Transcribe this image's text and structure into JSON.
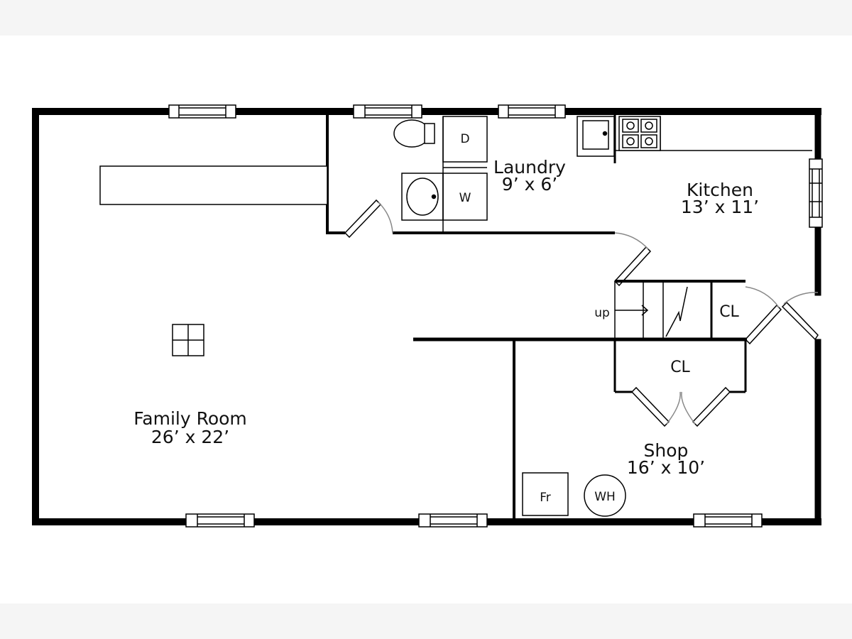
{
  "rooms": {
    "family": {
      "name": "Family Room",
      "size": "26’ x 22’"
    },
    "laundry": {
      "name": "Laundry",
      "size": "9’ x 6’"
    },
    "kitchen": {
      "name": "Kitchen",
      "size": "13’ x 11’"
    },
    "shop": {
      "name": "Shop",
      "size": "16’ x 10’"
    }
  },
  "fixtures": {
    "dryer": "D",
    "washer": "W",
    "closet_upper": "CL",
    "closet_lower": "CL",
    "stairs": "up",
    "furnace": "Fr",
    "water_heater": "WH"
  },
  "colors": {
    "wall": "#000000",
    "background": "#ffffff",
    "margin": "#f5f5f5",
    "door_arc": "#888888"
  }
}
